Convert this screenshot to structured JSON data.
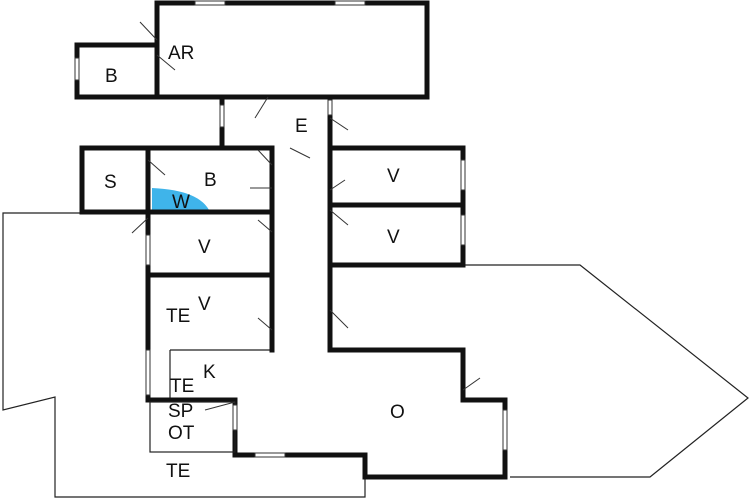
{
  "plan": {
    "rooms": [
      {
        "id": "ar",
        "label": "AR"
      },
      {
        "id": "b1",
        "label": "B"
      },
      {
        "id": "e",
        "label": "E"
      },
      {
        "id": "s",
        "label": "S"
      },
      {
        "id": "b2",
        "label": "B"
      },
      {
        "id": "w",
        "label": "W"
      },
      {
        "id": "v1",
        "label": "V"
      },
      {
        "id": "v2",
        "label": "V"
      },
      {
        "id": "v3",
        "label": "V"
      },
      {
        "id": "v4",
        "label": "V"
      },
      {
        "id": "te1",
        "label": "TE"
      },
      {
        "id": "k",
        "label": "K"
      },
      {
        "id": "te2",
        "label": "TE"
      },
      {
        "id": "sp",
        "label": "SP"
      },
      {
        "id": "ot",
        "label": "OT"
      },
      {
        "id": "te3",
        "label": "TE"
      },
      {
        "id": "o",
        "label": "O"
      }
    ],
    "colors": {
      "wall": "#111111",
      "shower": "#3fb4ea",
      "background": "#ffffff"
    }
  }
}
